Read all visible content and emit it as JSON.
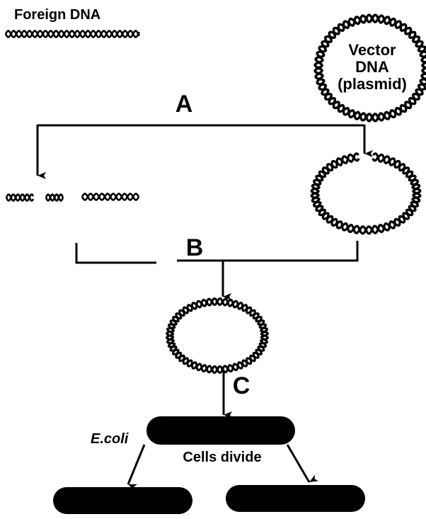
{
  "title": "Recombinant DNA cloning process",
  "labels": {
    "foreign_dna": "Foreign DNA",
    "vector_line1": "Vector",
    "vector_line2": "DNA",
    "vector_line3": "(plasmid)",
    "step_a": "A",
    "step_b": "B",
    "step_c": "C",
    "ecoli": "E.coli",
    "cells_divide": "Cells divide"
  },
  "colors": {
    "ink": "#000000",
    "background": "#ffffff"
  }
}
